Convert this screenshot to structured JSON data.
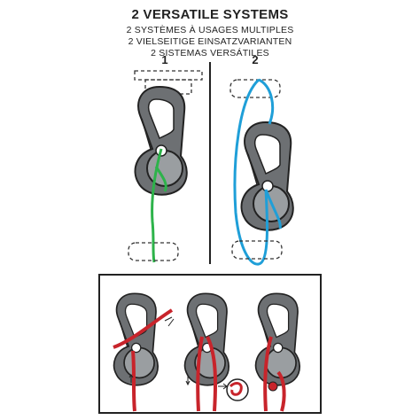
{
  "header": {
    "title": "2 VERSATILE SYSTEMS",
    "subtitles": [
      "2 SYSTÈMES À USAGES MULTIPLES",
      "2 VIELSEITIGE EINSATZVARIANTEN",
      "2 SISTEMAS VERSÁTILES"
    ]
  },
  "systems": [
    {
      "number": "1",
      "cord_color": "#2db34a"
    },
    {
      "number": "2",
      "cord_color": "#1f9fd8"
    }
  ],
  "steps_panel": {
    "cord_color": "#c8242b",
    "hardware_color": "#6d7073",
    "ball_color": "#9a9ea1"
  },
  "colors": {
    "outline": "#222222",
    "dashed": "#333333"
  }
}
